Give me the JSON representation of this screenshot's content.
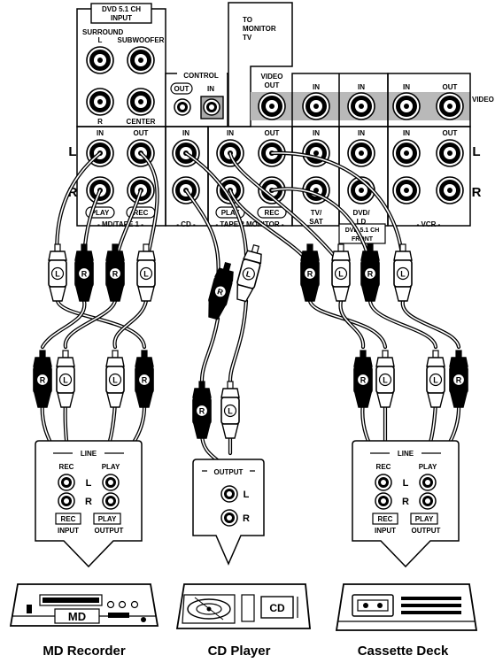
{
  "panel": {
    "dvd_input_title_1": "DVD 5.1 CH",
    "dvd_input_title_2": "INPUT",
    "surround": "SURROUND",
    "l": "L",
    "r": "R",
    "subwoofer": "SUBWOOFER",
    "center": "CENTER",
    "to_monitor_1": "TO",
    "to_monitor_2": "MONITOR",
    "to_monitor_3": "TV",
    "control": "CONTROL",
    "out": "OUT",
    "in": "IN",
    "video_out_1": "VIDEO",
    "video_out_2": "OUT",
    "video_side": "VIDEO",
    "play": "PLAY",
    "rec": "REC",
    "md_tape1": "MD/TAPE 1",
    "cd": "CD",
    "tape2_monitor": "TAPE 2 MONITOR",
    "tv_sat_1": "TV/",
    "tv_sat_2": "SAT",
    "dvd_ld_1": "DVD/",
    "dvd_ld_2": "LD",
    "dvd_front_1": "DVD 5.1 CH",
    "dvd_front_2": "FRONT",
    "vcr": "VCR"
  },
  "plugs": {
    "l": "L",
    "r": "R"
  },
  "boxes": {
    "line": "LINE",
    "rec": "REC",
    "play": "PLAY",
    "input": "INPUT",
    "output": "OUTPUT",
    "l": "L",
    "r": "R"
  },
  "devices": {
    "md_label": "MD",
    "cd_label": "CD",
    "md_recorder": "MD Recorder",
    "cd_player": "CD Player",
    "cassette_deck": "Cassette Deck"
  }
}
